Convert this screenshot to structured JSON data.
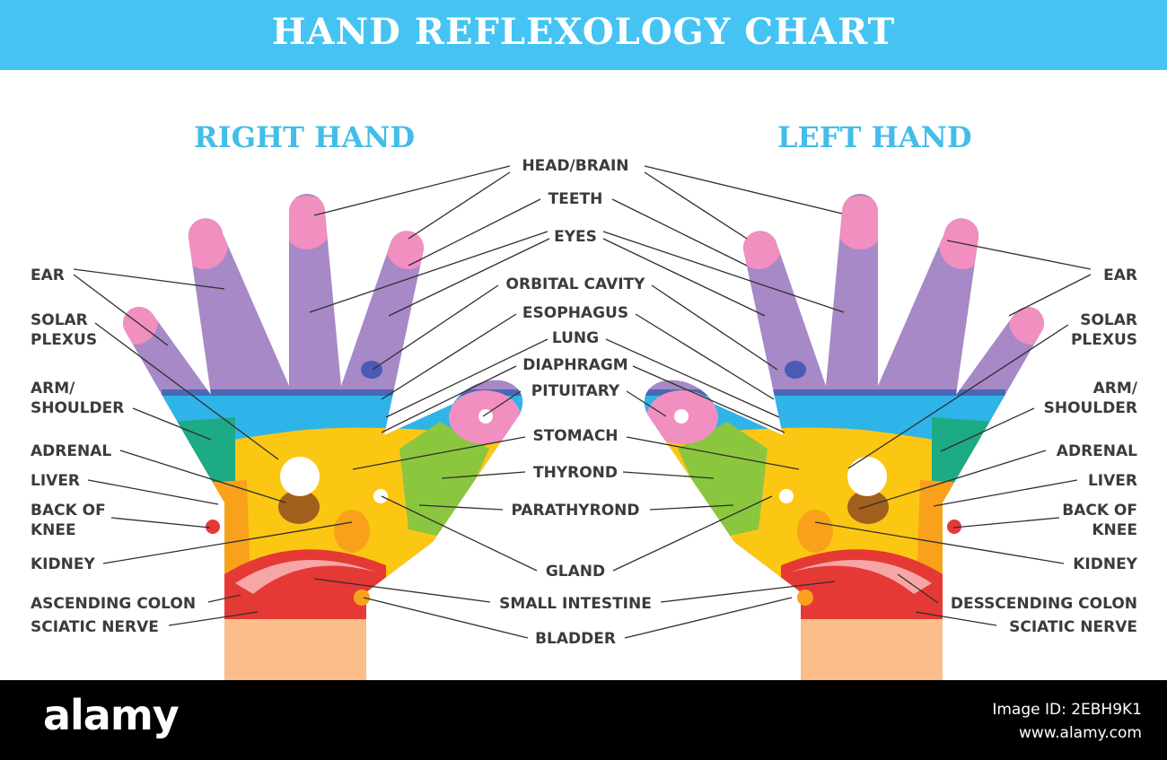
{
  "title": "HAND REFLEXOLOGY CHART",
  "right_hand_title": "RIGHT HAND",
  "left_hand_title": "LEFT HAND",
  "center_labels": {
    "head_brain": "HEAD/BRAIN",
    "teeth": "TEETH",
    "eyes": "EYES",
    "orbital_cavity": "ORBITAL CAVITY",
    "esophagus": "ESOPHAGUS",
    "lung": "LUNG",
    "diaphragm": "DIAPHRAGM",
    "pituitary": "PITUITARY",
    "stomach": "STOMACH",
    "thyrond": "THYROND",
    "parathyrond": "PARATHYROND",
    "gland": "GLAND",
    "small_intestine": "SMALL INTESTINE",
    "bladder": "BLADDER"
  },
  "right_side_labels": {
    "ear": "EAR",
    "solar_plexus_1": "SOLAR",
    "solar_plexus_2": "PLEXUS",
    "arm_shoulder_1": "ARM/",
    "arm_shoulder_2": "SHOULDER",
    "adrenal": "ADRENAL",
    "liver": "LIVER",
    "back_of_knee_1": "BACK OF",
    "back_of_knee_2": "KNEE",
    "kidney": "KIDNEY",
    "ascending_colon": "ASCENDING COLON",
    "sciatic_nerve": "SCIATIC NERVE"
  },
  "left_side_labels": {
    "ear": "EAR",
    "solar_plexus_1": "SOLAR",
    "solar_plexus_2": "PLEXUS",
    "arm_shoulder_1": "ARM/",
    "arm_shoulder_2": "SHOULDER",
    "adrenal": "ADRENAL",
    "liver": "LIVER",
    "back_of_knee_1": "BACK OF",
    "back_of_knee_2": "KNEE",
    "kidney": "KIDNEY",
    "descending_colon": "DESSCENDING COLON",
    "sciatic_nerve": "SCIATIC NERVE"
  },
  "footer": {
    "logo": "alamy",
    "image_id_line": "Image ID: 2EBH9K1",
    "url": "www.alamy.com"
  },
  "colors": {
    "banner": "#45c4f3",
    "title_accent": "#43bde9",
    "finger": "#a689c6",
    "fingertip": "#f08fc0",
    "band_blue": "#2fb4e9",
    "palm_yellow": "#fcc713",
    "orange": "#f9a11b",
    "green": "#1cab84",
    "thumb_green": "#8bc63f",
    "red": "#e53935",
    "wrist": "#fbbd8a",
    "brown": "#a0601c"
  }
}
